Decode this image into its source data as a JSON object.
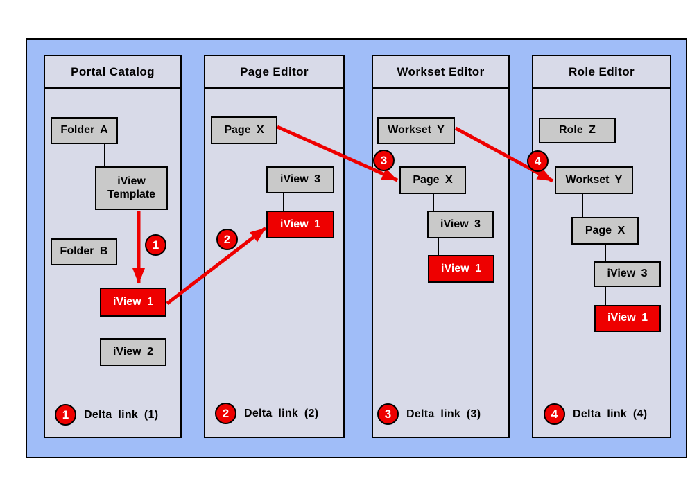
{
  "colors": {
    "canvas_blue": "#a0bdf8",
    "panel_fill": "#d8dae8",
    "node_gray": "#c9c9c9",
    "accent_red": "#ee0000",
    "border_black": "#000000"
  },
  "panels": [
    {
      "title": "Portal Catalog",
      "boxes": [
        {
          "label": "Folder A"
        },
        {
          "label": "iView Template"
        },
        {
          "label": "Folder B"
        },
        {
          "label": "iView 1"
        },
        {
          "label": "iView 2"
        }
      ],
      "legend": {
        "number": "1",
        "label": "Delta link (1)"
      }
    },
    {
      "title": "Page Editor",
      "boxes": [
        {
          "label": "Page X"
        },
        {
          "label": "iView 3"
        },
        {
          "label": "iView 1"
        }
      ],
      "legend": {
        "number": "2",
        "label": "Delta link (2)"
      }
    },
    {
      "title": "Workset Editor",
      "boxes": [
        {
          "label": "Workset Y"
        },
        {
          "label": "Page X"
        },
        {
          "label": "iView 3"
        },
        {
          "label": "iView 1"
        }
      ],
      "legend": {
        "number": "3",
        "label": "Delta link (3)"
      }
    },
    {
      "title": "Role Editor",
      "boxes": [
        {
          "label": "Role Z"
        },
        {
          "label": "Workset Y"
        },
        {
          "label": "Page X"
        },
        {
          "label": "iView 3"
        },
        {
          "label": "iView 1"
        }
      ],
      "legend": {
        "number": "4",
        "label": "Delta link (4)"
      }
    }
  ]
}
